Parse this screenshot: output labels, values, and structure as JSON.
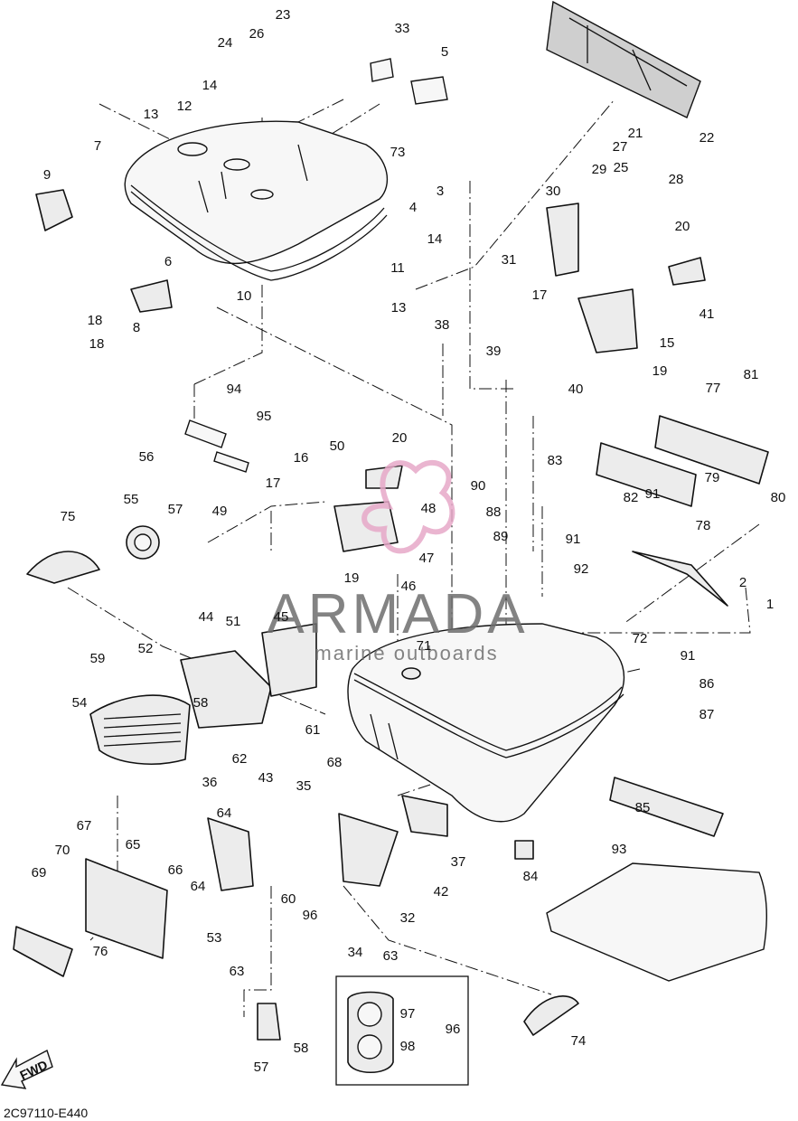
{
  "diagram": {
    "part_code": "2C97110-E440",
    "fwd_label": "FWD",
    "watermark": {
      "brand": "ARMADA",
      "tagline": "marine outboards"
    },
    "callouts": [
      "1",
      "2",
      "3",
      "4",
      "5",
      "6",
      "7",
      "8",
      "9",
      "10",
      "11",
      "12",
      "13",
      "13",
      "14",
      "14",
      "15",
      "16",
      "17",
      "17",
      "18",
      "18",
      "19",
      "19",
      "20",
      "20",
      "21",
      "22",
      "23",
      "24",
      "25",
      "26",
      "27",
      "28",
      "29",
      "30",
      "31",
      "32",
      "33",
      "34",
      "35",
      "36",
      "37",
      "38",
      "39",
      "40",
      "41",
      "42",
      "43",
      "44",
      "45",
      "46",
      "47",
      "48",
      "49",
      "50",
      "51",
      "52",
      "53",
      "54",
      "55",
      "56",
      "57",
      "57",
      "58",
      "58",
      "59",
      "60",
      "61",
      "62",
      "63",
      "63",
      "64",
      "64",
      "65",
      "66",
      "67",
      "68",
      "69",
      "70",
      "71",
      "72",
      "73",
      "74",
      "75",
      "76",
      "77",
      "78",
      "79",
      "80",
      "81",
      "82",
      "83",
      "84",
      "85",
      "86",
      "87",
      "88",
      "89",
      "90",
      "91",
      "91",
      "91",
      "92",
      "93",
      "94",
      "95",
      "96",
      "96",
      "97",
      "98"
    ]
  }
}
